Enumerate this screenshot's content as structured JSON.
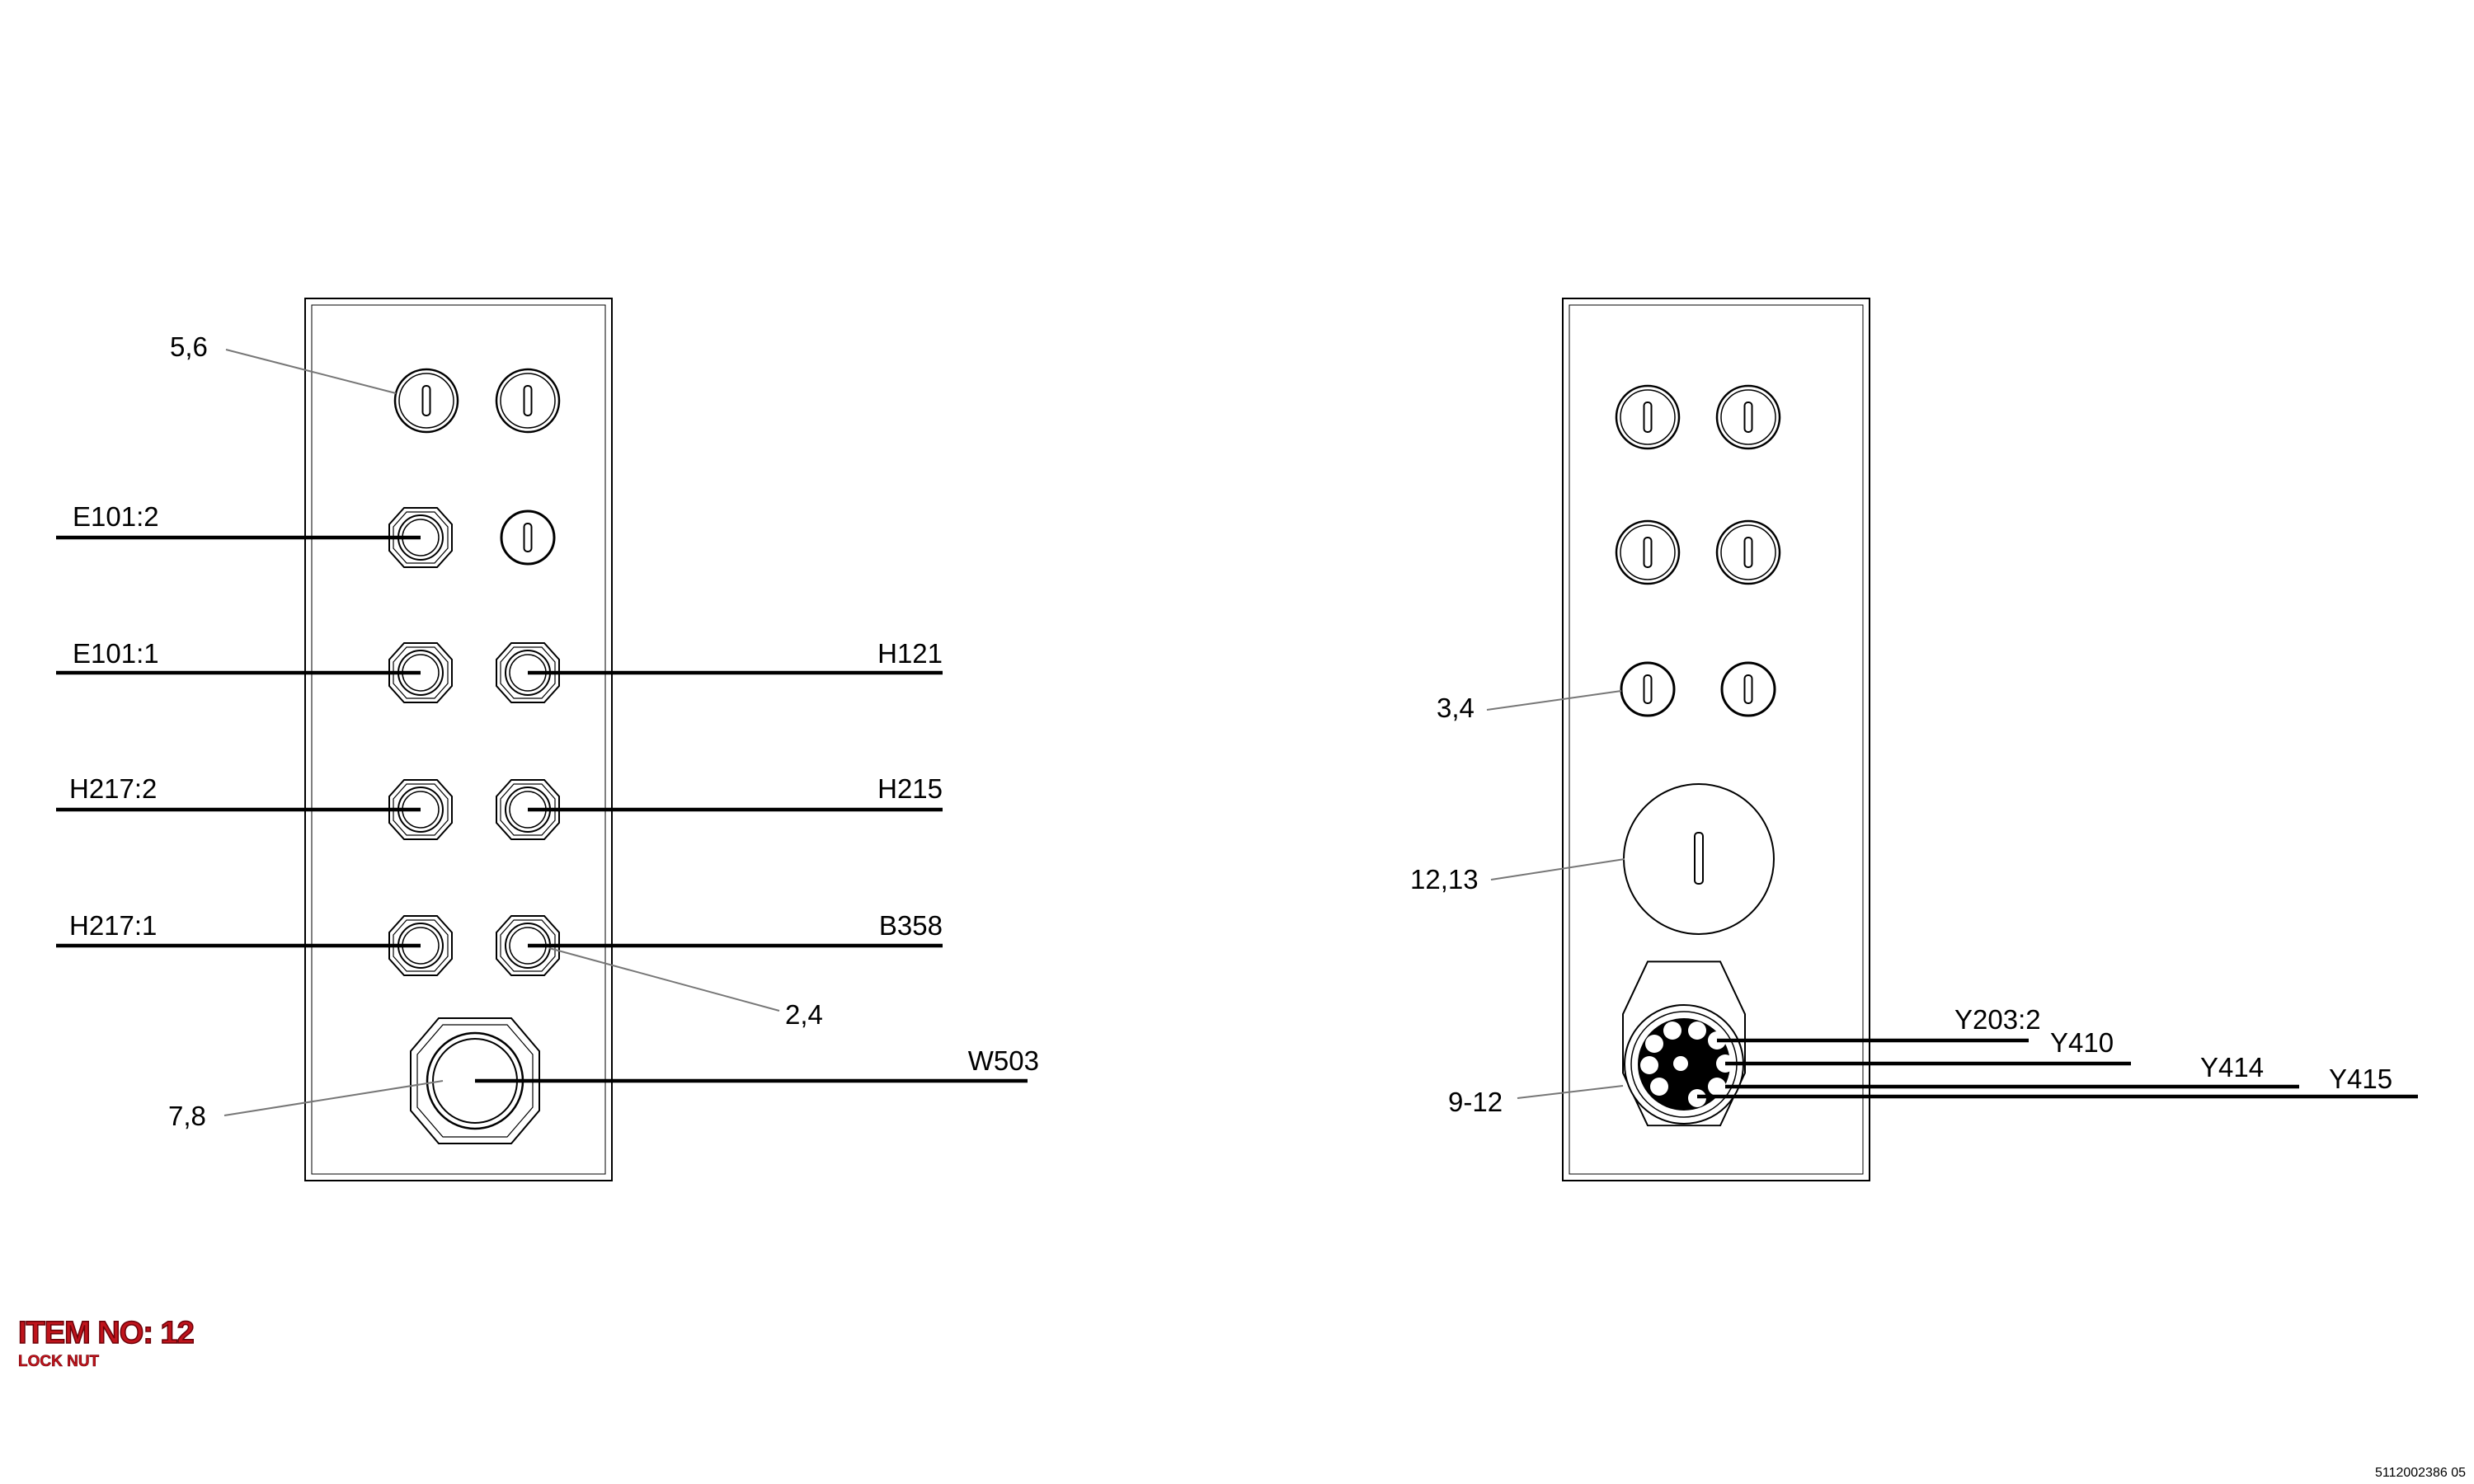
{
  "left_panel": {
    "callouts": [
      "5,6",
      "2,4",
      "7,8"
    ],
    "wire_labels_left": [
      "E101:2",
      "E101:1",
      "H217:2",
      "H217:1"
    ],
    "wire_labels_right": [
      "H121",
      "H215",
      "B358",
      "W503"
    ]
  },
  "right_panel": {
    "callouts": [
      "3,4",
      "12,13",
      "9-12"
    ],
    "wire_labels": [
      "Y203:2",
      "Y410",
      "Y414",
      "Y415"
    ]
  },
  "item": {
    "number": "ITEM NO: 12",
    "description": "LOCK NUT"
  },
  "document_number": "5112002386 05",
  "colors": {
    "line": "#000000",
    "leader": "#777777",
    "item_text": "#c0141c"
  }
}
